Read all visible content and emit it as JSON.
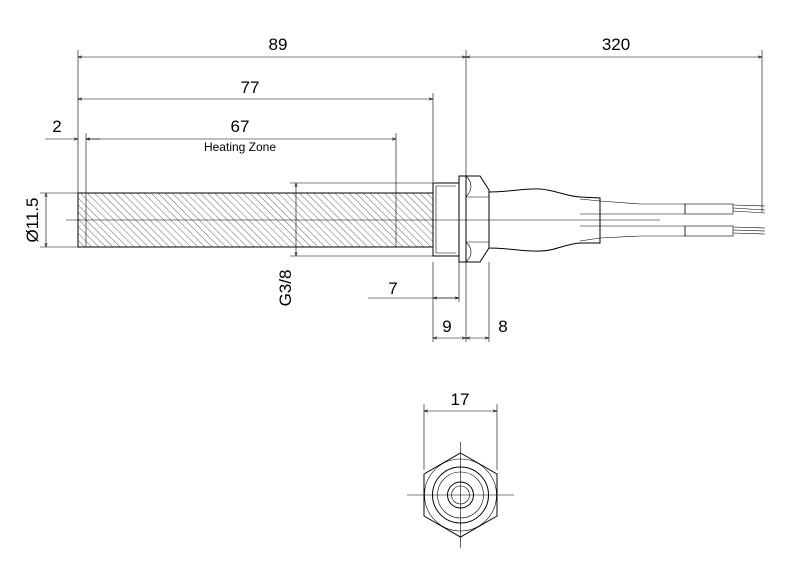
{
  "dimensions": {
    "overall_length": "89",
    "lead_length": "320",
    "body_length": "77",
    "edge_offset": "2",
    "heating_zone_length": "67",
    "heating_zone_label": "Heating Zone",
    "diameter": "Ø11.5",
    "thread": "G3/8",
    "thread_length": "7",
    "hex_width": "9",
    "nut_width": "8",
    "hex_across_flats": "17"
  }
}
